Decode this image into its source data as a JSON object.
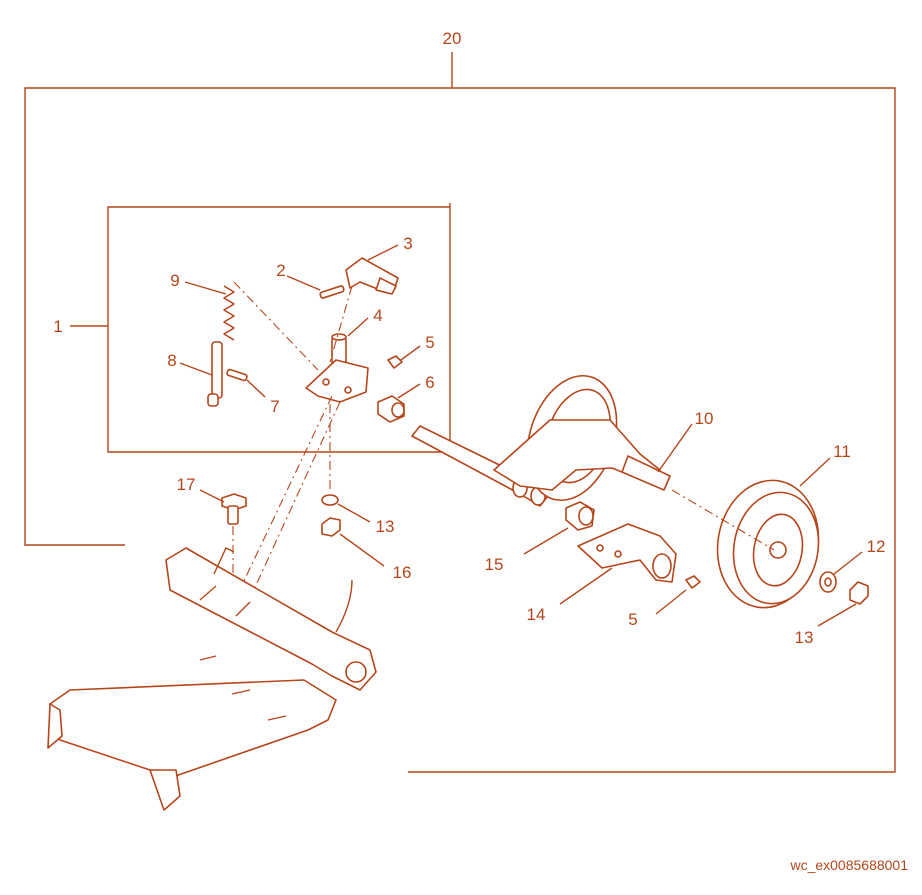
{
  "colors": {
    "line": "#b5461b",
    "background": "#ffffff"
  },
  "callouts": {
    "c20": "20",
    "c1": "1",
    "c2": "2",
    "c3": "3",
    "c4": "4",
    "c5a": "5",
    "c6": "6",
    "c7": "7",
    "c8": "8",
    "c9": "9",
    "c10": "10",
    "c11": "11",
    "c12": "12",
    "c13a": "13",
    "c13b": "13",
    "c14": "14",
    "c15": "15",
    "c16": "16",
    "c17": "17",
    "c5b": "5"
  },
  "footer": {
    "code": "wc_ex0085688001"
  }
}
